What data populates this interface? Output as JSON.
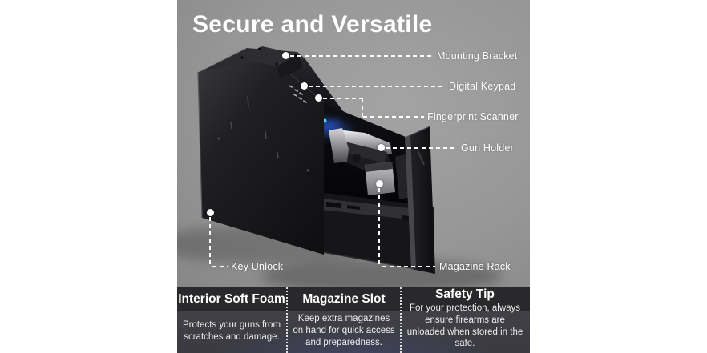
{
  "title": "Secure and Versatile",
  "callouts": [
    {
      "label": "Mounting Bracket"
    },
    {
      "label": "Digital Keypad"
    },
    {
      "label": "Fingerprint Scanner"
    },
    {
      "label": "Gun Holder"
    },
    {
      "label": "Key Unlock"
    },
    {
      "label": "Magazine Rack"
    }
  ],
  "info_panel": {
    "columns": [
      {
        "heading": "Interior Soft Foam",
        "body": "Protects your guns from scratches and damage."
      },
      {
        "heading": "Magazine Slot",
        "body": "Keep extra magazines on hand for quick access and preparedness."
      },
      {
        "heading": "Safety Tip",
        "body": "For your protection, always ensure firearms are unloaded when stored in the safe."
      }
    ]
  },
  "colors": {
    "background_gray": "#969696",
    "panel_header_bg": "#29292b",
    "panel_body_bg": "#3e3e44",
    "safe_black": "#1a1a1c",
    "led_blue": "#3b7bff",
    "text_white": "#ffffff"
  }
}
